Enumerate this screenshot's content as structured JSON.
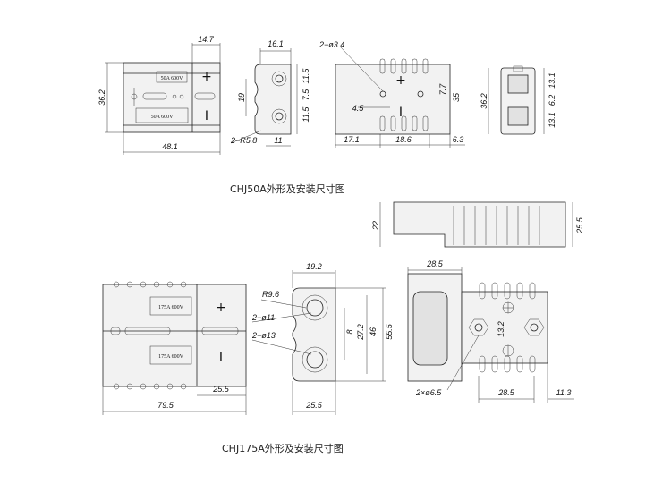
{
  "captions": {
    "top": "CHJ50A外形及安装尺寸图",
    "bottom": "CHJ175A外形及安装尺寸图"
  },
  "chj50": {
    "dims": {
      "width_14_7": "14.7",
      "width_16_1": "16.1",
      "hole": "2−ø3.4",
      "height_36_2": "36.2",
      "h_11_5a": "11.5",
      "h_7_5": "7.5",
      "h_11_5b": "11.5",
      "h_19": "19",
      "h_4_5": "4.5",
      "h_35": "35",
      "h_7_7": "7.7",
      "radius": "2−R5.8",
      "w_11": "11",
      "w_17_1": "17.1",
      "w_18_6": "18.6",
      "w_6_3": "6.3",
      "w_48_1": "48.1",
      "end_36_2": "36.2",
      "end_13_1a": "13.1",
      "end_6_2": "6.2",
      "end_13_1b": "13.1"
    },
    "labels": {
      "rating_a": "50A 600V",
      "rating_b": "50A 600V",
      "plus": "+",
      "minus": "I"
    }
  },
  "chj175": {
    "dims": {
      "side_22": "22",
      "side_25_5": "25.5",
      "w_19_2": "19.2",
      "w_28_5_top": "28.5",
      "radius": "R9.6",
      "hole_11": "2−ø11",
      "hole_13": "2−ø13",
      "h_8": "8",
      "h_27_2": "27.2",
      "h_46": "46",
      "h_55_5": "55.5",
      "h_13_2": "13.2",
      "mount_holes": "2×ø6.5",
      "w_25_5_front": "25.5",
      "w_79_5": "79.5",
      "w_25_5_end": "25.5",
      "w_28_5_bot": "28.5",
      "w_11_3": "11.3"
    },
    "labels": {
      "rating_a": "175A 600V",
      "rating_b": "175A 600V",
      "plus": "+",
      "minus": "I"
    }
  }
}
